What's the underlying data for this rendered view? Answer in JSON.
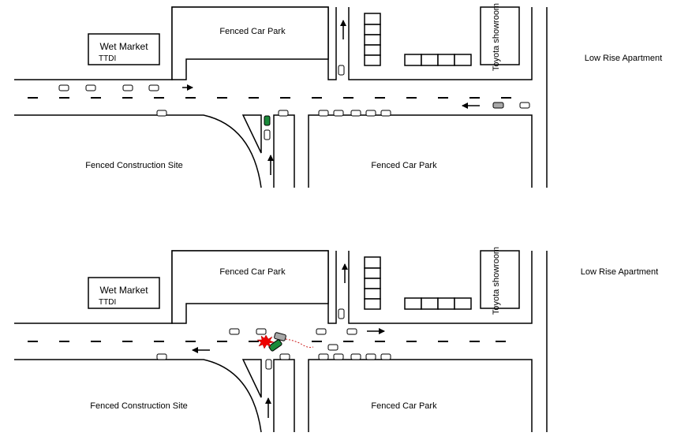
{
  "colors": {
    "ink": "#000000",
    "green_car": "#1a8a3a",
    "grey_car": "#a8a8a8",
    "impact": "#ee0000",
    "skid": "#cc2222"
  },
  "panels": [
    {
      "labels": {
        "wet_market": "Wet Market",
        "wet_market_sub": "TTDI",
        "car_park_north": "Fenced Car Park",
        "car_park_south": "Fenced Car Park",
        "construction": "Fenced Construction Site",
        "showroom": "Toyota showroom",
        "apartment": "Low Rise Apartment"
      }
    },
    {
      "labels": {
        "wet_market": "Wet Market",
        "wet_market_sub": "TTDI",
        "car_park_north": "Fenced Car Park",
        "car_park_south": "Fenced Car Park",
        "construction": "Fenced Construction Site",
        "showroom": "Toyota showroom",
        "apartment": "Low Rise Apartment"
      }
    }
  ]
}
